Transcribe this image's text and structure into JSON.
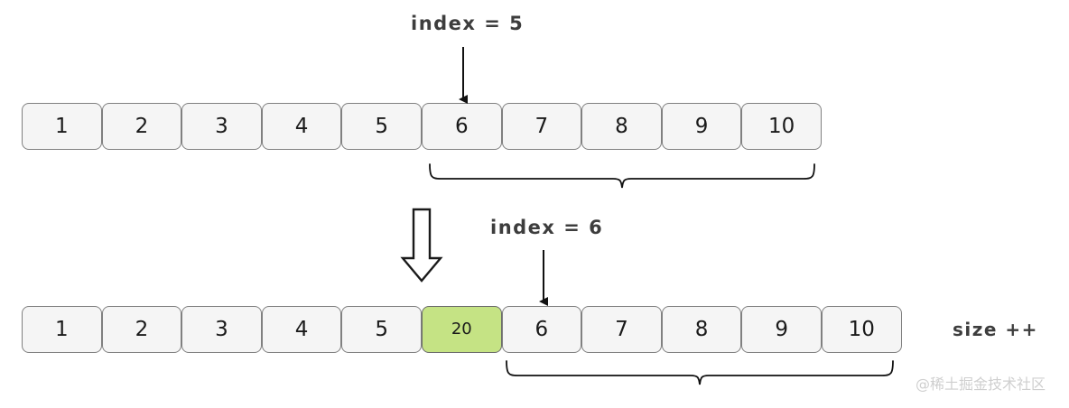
{
  "diagram": {
    "title_labels": {
      "index_top": "index = 5",
      "index_bottom": "index = 6",
      "size_increment": "size ++"
    },
    "watermark": "@稀土掘金技术社区",
    "rows": [
      {
        "name": "array-before-insert",
        "cells": [
          {
            "value": "1",
            "highlight": false
          },
          {
            "value": "2",
            "highlight": false
          },
          {
            "value": "3",
            "highlight": false
          },
          {
            "value": "4",
            "highlight": false
          },
          {
            "value": "5",
            "highlight": false
          },
          {
            "value": "6",
            "highlight": false
          },
          {
            "value": "7",
            "highlight": false
          },
          {
            "value": "8",
            "highlight": false
          },
          {
            "value": "9",
            "highlight": false
          },
          {
            "value": "10",
            "highlight": false
          }
        ]
      },
      {
        "name": "array-after-insert",
        "cells": [
          {
            "value": "1",
            "highlight": false
          },
          {
            "value": "2",
            "highlight": false
          },
          {
            "value": "3",
            "highlight": false
          },
          {
            "value": "4",
            "highlight": false
          },
          {
            "value": "5",
            "highlight": false
          },
          {
            "value": "20",
            "highlight": true
          },
          {
            "value": "6",
            "highlight": false
          },
          {
            "value": "7",
            "highlight": false
          },
          {
            "value": "8",
            "highlight": false
          },
          {
            "value": "9",
            "highlight": false
          },
          {
            "value": "10",
            "highlight": false
          }
        ]
      }
    ],
    "colors": {
      "cell_fill": "#f5f5f5",
      "cell_border": "#808080",
      "highlight_fill": "#c5e384",
      "text": "#3d3d3d",
      "watermark": "#cfcfcf"
    },
    "annotations": {
      "brace_top_label": "shifted-region-before",
      "brace_bottom_label": "shifted-region-after",
      "arrow_top": "points-to-index-5",
      "arrow_bottom": "points-to-index-6",
      "transform_arrow": "insert-operation"
    }
  }
}
